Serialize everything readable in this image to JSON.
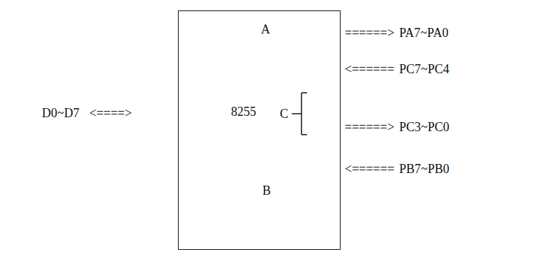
{
  "diagram": {
    "nodes": [
      {
        "text": [
          "A",
          "8255",
          "C",
          "B"
        ]
      }
    ],
    "labels": [
      "D0~D7",
      "<====>",
      "======>",
      "PA7~PA0",
      "<======",
      "PC7~PC4",
      "======>",
      "PC3~PC0",
      "<======",
      "PB7~PB0"
    ]
  }
}
